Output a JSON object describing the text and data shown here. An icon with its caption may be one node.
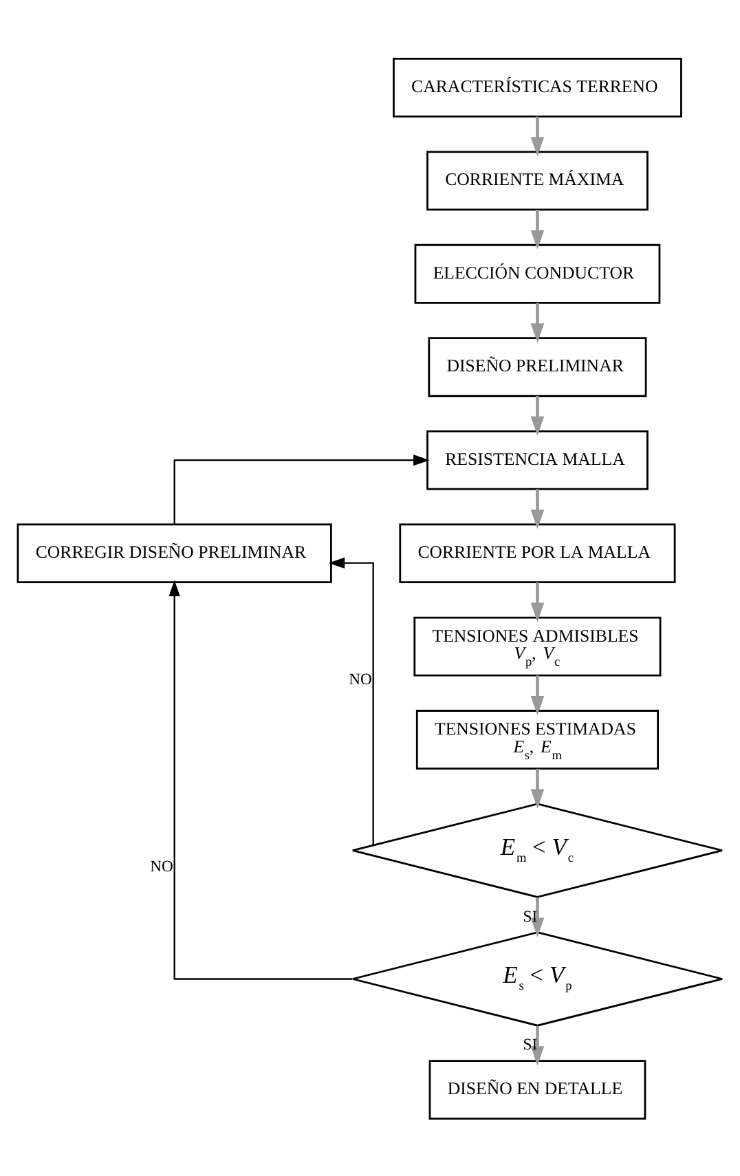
{
  "diagram": {
    "nodes": [
      {
        "text": [
          "CARACTERÍSTICAS TERRENO"
        ]
      },
      {
        "text": [
          "CORRIENTE MÁXIMA"
        ]
      },
      {
        "text": [
          "ELECCIÓN CONDUCTOR"
        ]
      },
      {
        "text": [
          "DISEÑO PRELIMINAR"
        ]
      },
      {
        "text": [
          "RESISTENCIA MALLA"
        ]
      },
      {
        "text": [
          "CORREGIR DISEÑO PRELIMINAR"
        ]
      },
      {
        "text": [
          "CORRIENTE POR LA MALLA"
        ]
      },
      {
        "text": [
          "TENSIONES ADMISIBLES",
          "*V*$_{p}$, *V*$_{c}$"
        ]
      },
      {
        "text": [
          "TENSIONES ESTIMADAS",
          "*E*$_{s}$, *E*$_{m}$"
        ]
      },
      {
        "text": [
          "*E*$_{m}$ < *V*$_{c}$"
        ]
      },
      {
        "text": [
          "*E*$_{s}$ < *V*$_{p}$"
        ]
      },
      {
        "text": [
          "DISEÑO EN DETALLE"
        ]
      }
    ],
    "edges": [
      {
        "from": 0,
        "to": 1,
        "arrow": "to"
      },
      {
        "from": 1,
        "to": 2,
        "arrow": "to"
      },
      {
        "from": 2,
        "to": 3,
        "arrow": "to"
      },
      {
        "from": 3,
        "to": 4,
        "arrow": "to"
      },
      {
        "from": 4,
        "to": 6,
        "arrow": "to"
      },
      {
        "from": 6,
        "to": 7,
        "arrow": "to"
      },
      {
        "from": 7,
        "to": 8,
        "arrow": "to"
      },
      {
        "from": 8,
        "to": 9,
        "arrow": "to"
      },
      {
        "from": 9,
        "to": 10,
        "arrow": "to",
        "label": "SI"
      },
      {
        "from": 10,
        "to": 11,
        "arrow": "to",
        "label": "SI"
      },
      {
        "from": 9,
        "to": 5,
        "arrow": "to",
        "label": "NO",
        "color": "#000000"
      },
      {
        "from": 10,
        "to": 5,
        "arrow": "to",
        "label": "NO",
        "color": "#000000"
      },
      {
        "from": 5,
        "to": 4,
        "arrow": "to",
        "color": "#000000"
      }
    ]
  }
}
